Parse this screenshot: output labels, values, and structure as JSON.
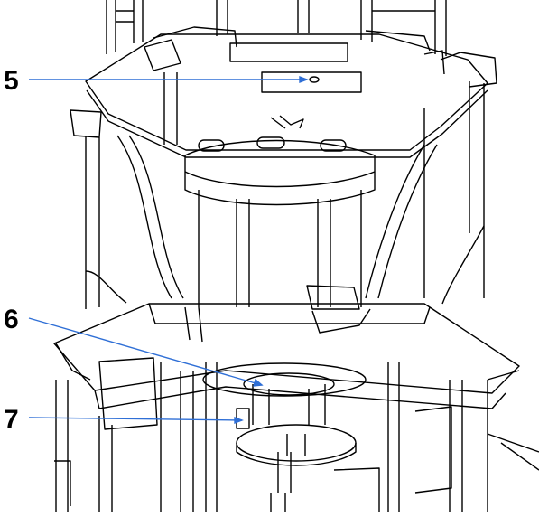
{
  "figure": {
    "line_color": "#000000",
    "callout_color": "#2f6fd6",
    "background": "#ffffff"
  },
  "callouts": [
    {
      "label": "5",
      "target": "top-plate-port"
    },
    {
      "label": "6",
      "target": "lower-disc-upper-bearing"
    },
    {
      "label": "7",
      "target": "lower-disc-side-clamp"
    }
  ]
}
